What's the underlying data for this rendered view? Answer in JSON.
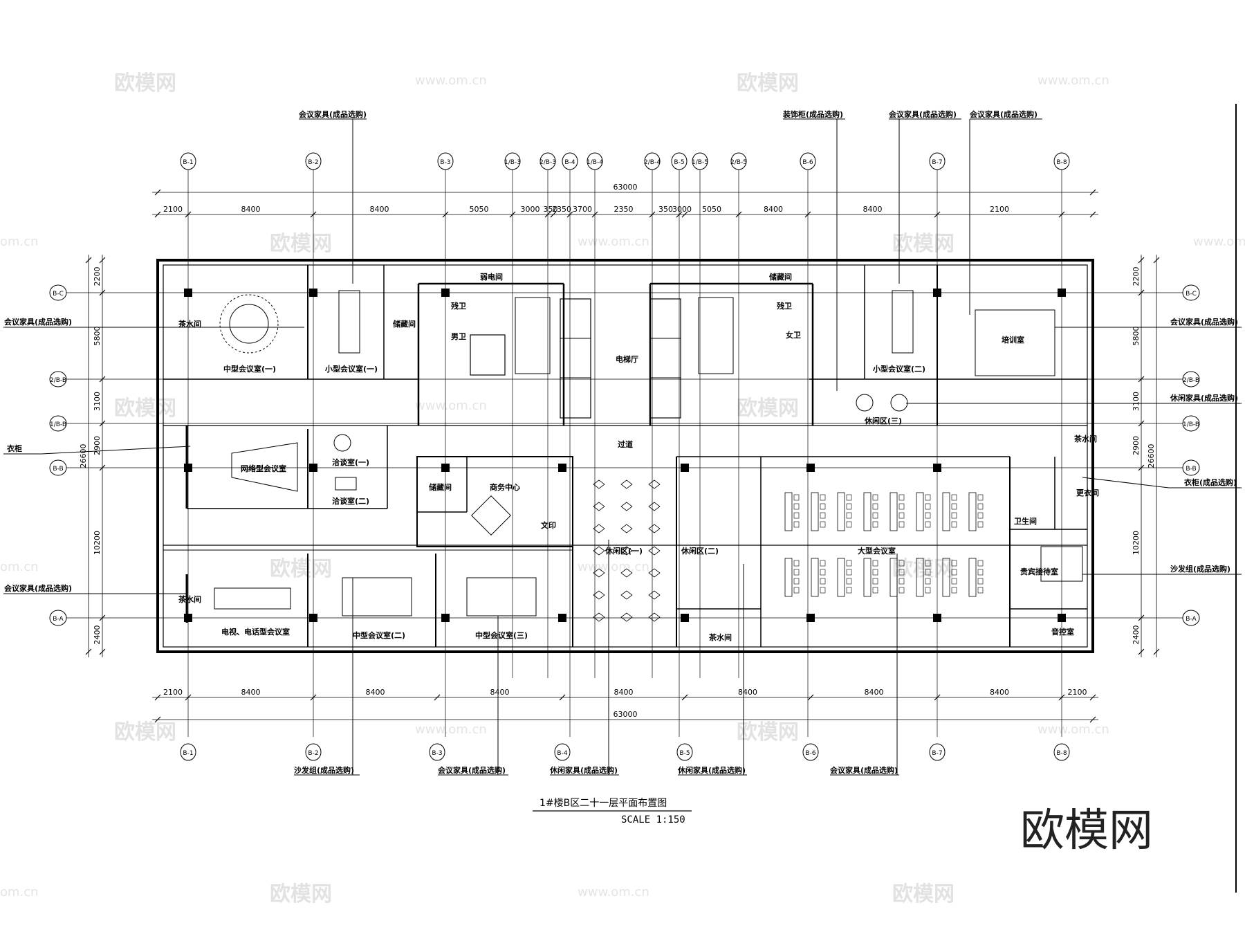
{
  "drawing": {
    "title": "1#楼B区二十一层平面布置图",
    "scale": "SCALE 1:150",
    "brand": "欧模网",
    "watermark_cn": "欧模网",
    "watermark_url": "www.om.cn",
    "watermark_edge": "om.cn"
  },
  "grid_axes": {
    "vertical_top": [
      "B-1",
      "B-2",
      "B-3",
      "1/B-3",
      "2/B-3",
      "B-4",
      "1/B-4",
      "2/B-4",
      "B-5",
      "1/B-5",
      "2/B-5",
      "B-6",
      "B-7",
      "B-8"
    ],
    "vertical_bottom": [
      "B-1",
      "B-2",
      "B-3",
      "B-4",
      "B-5",
      "B-6",
      "B-7",
      "B-8"
    ],
    "horizontal": [
      "B-C",
      "2/B-B",
      "1/B-B",
      "B-B",
      "B-A"
    ]
  },
  "dimensions": {
    "overall_top": "63000",
    "overall_bottom": "63000",
    "top_segments": [
      "2100",
      "8400",
      "8400",
      "5050",
      "3000",
      "350",
      "2350",
      "3700",
      "2350",
      "350",
      "3000",
      "5050",
      "8400",
      "8400",
      "2100"
    ],
    "bottom_segments": [
      "2100",
      "8400",
      "8400",
      "8400",
      "8400",
      "8400",
      "8400",
      "8400",
      "2100"
    ],
    "left_segments": [
      "2200",
      "5800",
      "3100",
      "2900",
      "10200",
      "2400"
    ],
    "left_overall": "26600",
    "right_segments": [
      "2200",
      "5800",
      "3100",
      "2900",
      "10200",
      "2400"
    ],
    "right_overall": "26600"
  },
  "rooms": {
    "medium_meeting_1": "中型会议室(一)",
    "small_meeting_1": "小型会议室(一)",
    "tea_room_left_top": "茶水间",
    "storage_left": "储藏间",
    "weak_electric": "弱电间",
    "barrier_free_wc_left": "残卫",
    "mens_wc": "男卫",
    "elevator_hall": "电梯厅",
    "storage_top_right": "储藏间",
    "barrier_free_wc_right": "残卫",
    "womens_wc": "女卫",
    "small_meeting_2": "小型会议室(二)",
    "training_room": "培训室",
    "lounge_3": "休闲区(三)",
    "corridor": "过道",
    "network_meeting": "网络型会议室",
    "negotiation_1": "洽谈室(一)",
    "negotiation_2": "洽谈室(二)",
    "storage_mid": "储藏间",
    "business_center": "商务中心",
    "print_room": "文印",
    "lounge_1": "休闲区(一)",
    "lounge_2": "休闲区(二)",
    "large_meeting": "大型会议室",
    "tea_room_right": "茶水间",
    "changing_room": "更衣间",
    "washroom": "卫生间",
    "vip_reception": "贵宾接待室",
    "control_room": "音控室",
    "tea_room_left_bottom": "茶水间",
    "tv_phone_meeting": "电视、电话型会议室",
    "medium_meeting_2": "中型会议室(二)",
    "medium_meeting_3": "中型会议室(三)",
    "tea_room_bottom_center": "茶水间"
  },
  "callouts": {
    "top_1": "会议家具(成品选购)",
    "top_2": "装饰柜(成品选购)",
    "top_3": "会议家具(成品选购)",
    "top_4": "会议家具(成品选购)",
    "left_1": "会议家具(成品选购)",
    "left_2": "衣柜",
    "left_3": "会议家具(成品选购)",
    "right_1": "会议家具(成品选购)",
    "right_2": "休闲家具(成品选购)",
    "right_3": "衣柜(成品选购)",
    "right_4": "沙发组(成品选购)",
    "bottom_1": "沙发组(成品选购)",
    "bottom_2": "会议家具(成品选购)",
    "bottom_3": "休闲家具(成品选购)",
    "bottom_4": "休闲家具(成品选购)",
    "bottom_5": "会议家具(成品选购)"
  },
  "colors": {
    "line": "#000000",
    "watermark": "#e2e2e2"
  }
}
